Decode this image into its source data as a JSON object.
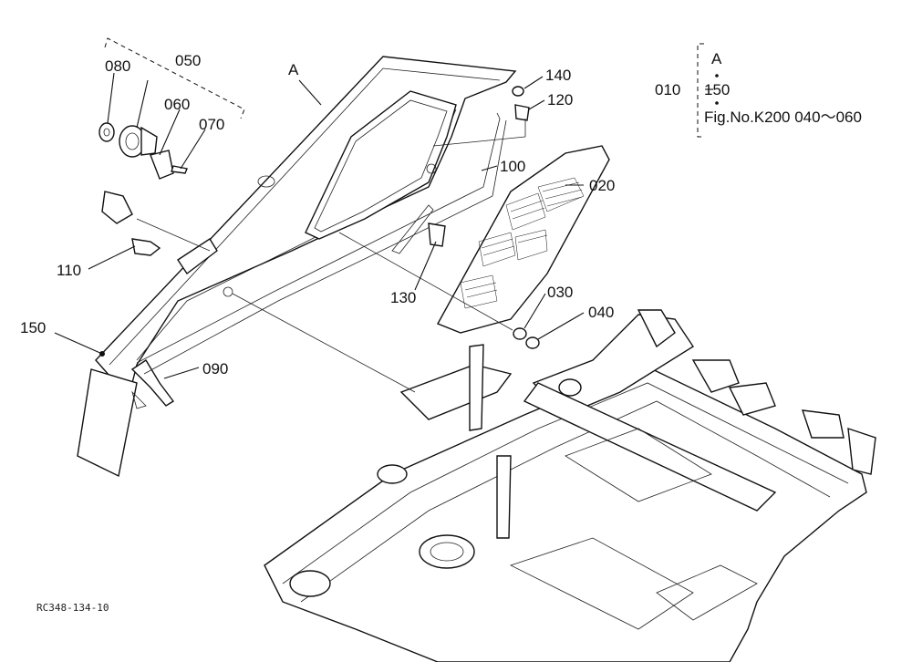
{
  "callouts": {
    "p010": "010",
    "p020": "020",
    "p030": "030",
    "p040": "040",
    "p050": "050",
    "p060": "060",
    "p070": "070",
    "p080": "080",
    "p090": "090",
    "p100": "100",
    "p110": "110",
    "p120": "120",
    "p130": "130",
    "p140": "140",
    "p150": "150",
    "assembly": "A"
  },
  "reference_box": {
    "item": "010",
    "line_a": "A",
    "line_150": "150",
    "fig_ref": "Fig.No.K200  040～060"
  },
  "drawing_code": "RC348-134-10"
}
